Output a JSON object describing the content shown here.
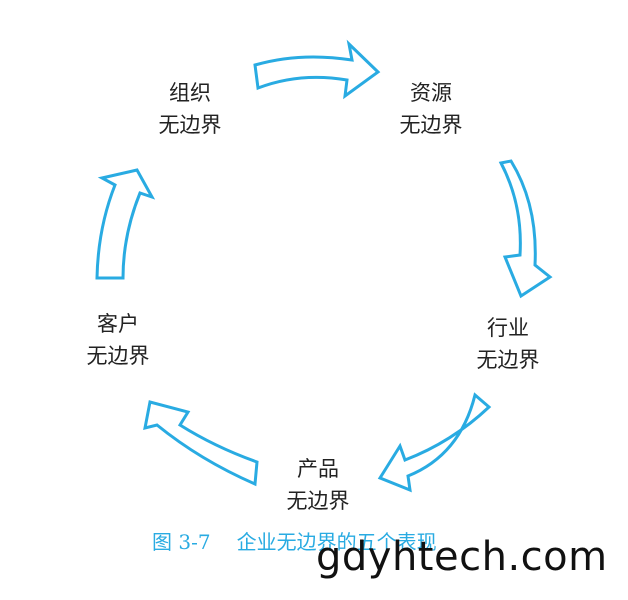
{
  "nodes": {
    "organization": {
      "line1": "组织",
      "line2": "无边界"
    },
    "resource": {
      "line1": "资源",
      "line2": "无边界"
    },
    "industry": {
      "line1": "行业",
      "line2": "无边界"
    },
    "product": {
      "line1": "产品",
      "line2": "无边界"
    },
    "customer": {
      "line1": "客户",
      "line2": "无边界"
    }
  },
  "caption": {
    "number": "图 3-7",
    "title": "企业无边界的五个表现"
  },
  "watermark": "gdyhtech.com",
  "colors": {
    "accent": "#29abe2",
    "text": "#222222"
  }
}
